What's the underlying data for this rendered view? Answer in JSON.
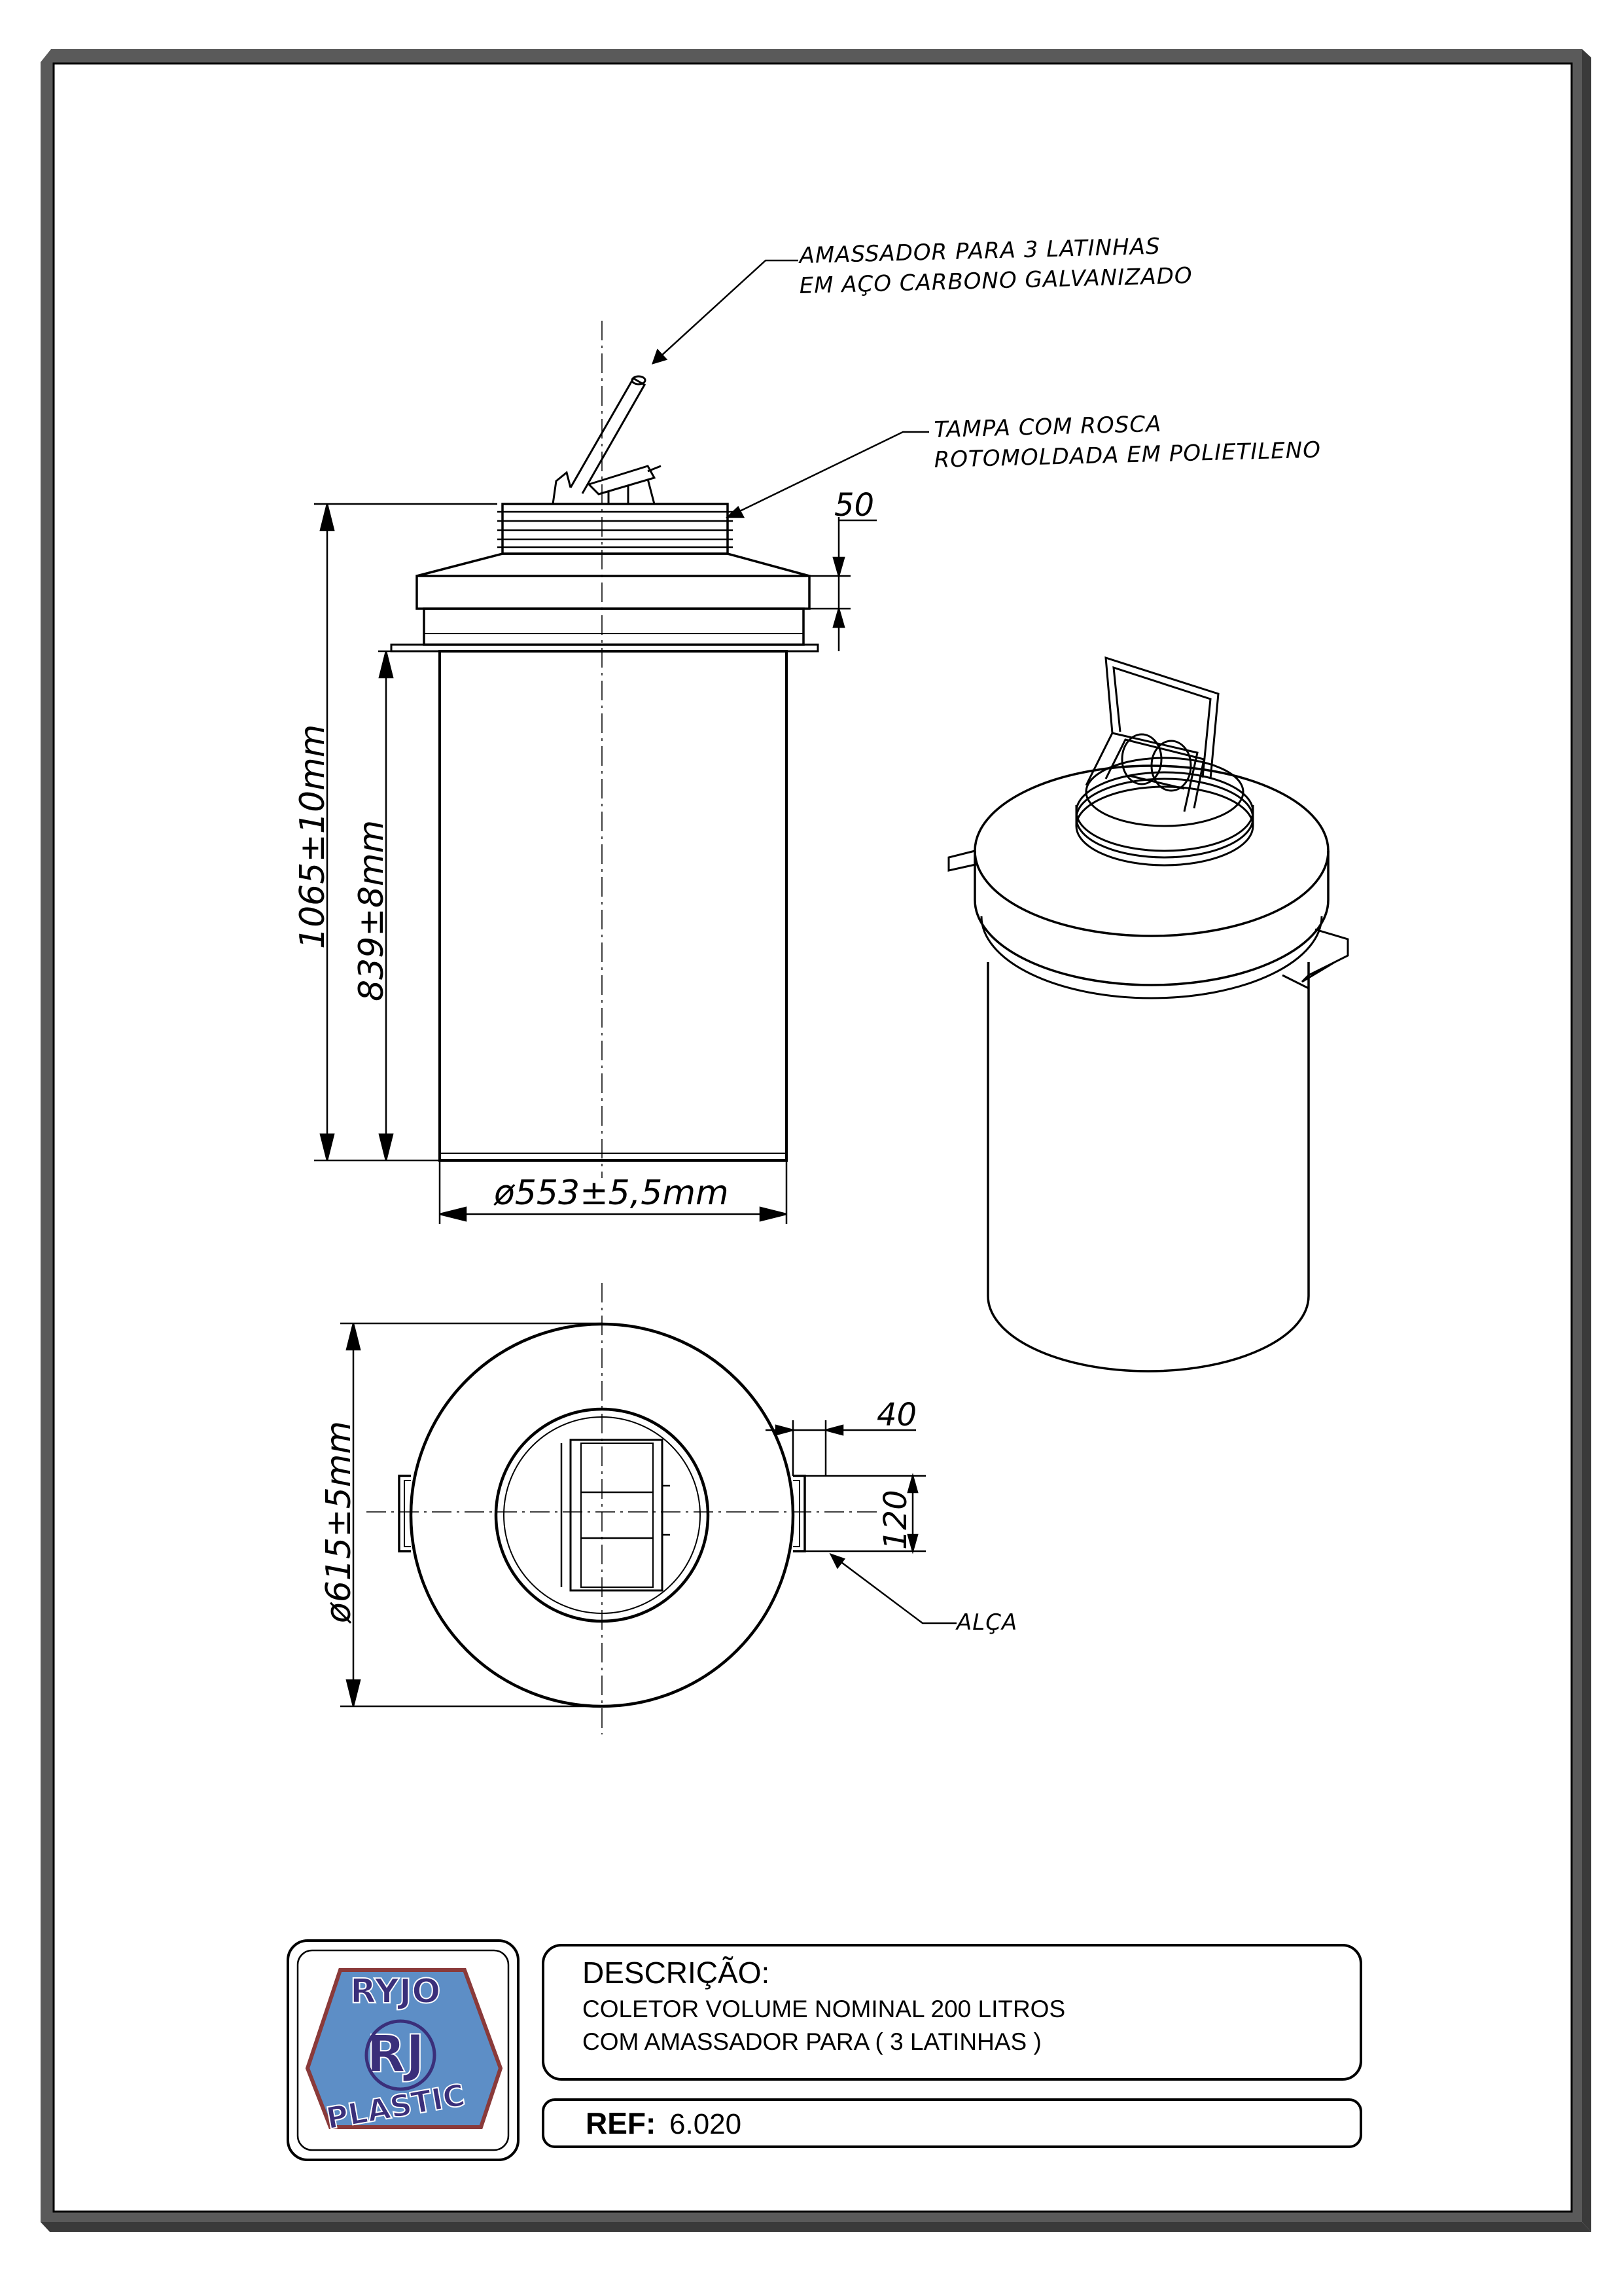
{
  "annotations": {
    "crusher_line1": "AMASSADOR PARA 3 LATINHAS",
    "crusher_line2": "EM AÇO CARBONO GALVANIZADO",
    "lid_line1": "TAMPA COM ROSCA",
    "lid_line2": "ROTOMOLDADA EM POLIETILENO",
    "handle": "ALÇA"
  },
  "dimensions": {
    "total_height": "1065±10mm",
    "body_height": "839±8mm",
    "body_diameter": "ø553±5,5mm",
    "lid_rim": "50",
    "top_diameter": "ø615±5mm",
    "handle_offset": "40",
    "handle_width": "120"
  },
  "title_block": {
    "description_label": "DESCRIÇÃO:",
    "description_line1": "COLETOR VOLUME NOMINAL 200 LITROS",
    "description_line2": "COM AMASSADOR PARA ( 3 LATINHAS )",
    "ref_label": "REF:",
    "ref_value": "6.020"
  },
  "logo": {
    "top_text": "RYJO",
    "monogram": "RJ",
    "bottom_text": "PLASTIC",
    "colors": {
      "fill": "#5d8ec6",
      "letters": "#3a2f7a",
      "outline": "#8a3a3a"
    }
  },
  "colors": {
    "frame": "#444444",
    "line": "#000000"
  }
}
